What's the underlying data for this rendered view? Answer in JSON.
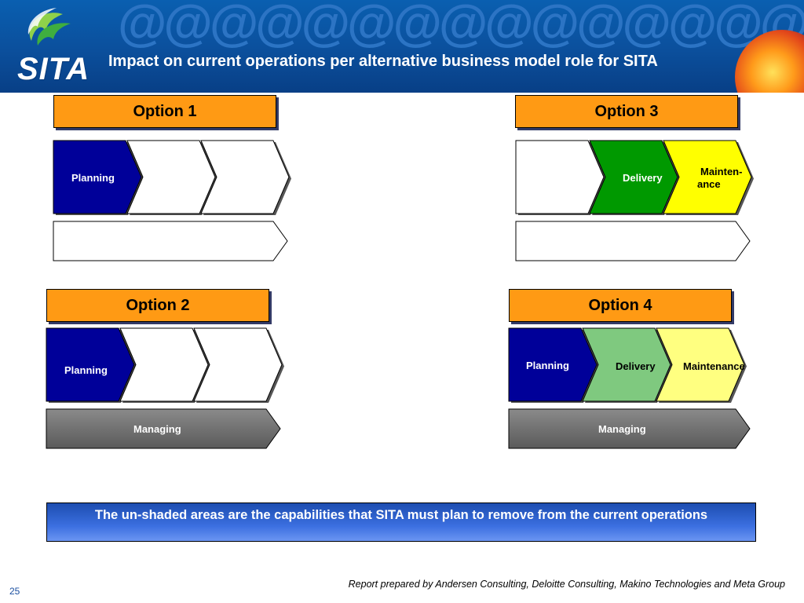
{
  "header": {
    "title": "Impact on current operations per alternative business model role for SITA",
    "logo_text": "SITA",
    "pattern": "@@@@@@@@@@@@@@@@@@@@"
  },
  "options": [
    {
      "label": "Option 1",
      "chevrons": [
        {
          "label": "Planning",
          "fill": "#000099",
          "text_color": "#ffffff"
        },
        {
          "label": "",
          "fill": "#ffffff"
        },
        {
          "label": "",
          "fill": "#ffffff"
        }
      ],
      "bar": {
        "label": "",
        "fill": "#ffffff"
      }
    },
    {
      "label": "Option 2",
      "chevrons": [
        {
          "label": "Planning",
          "fill": "#000099",
          "text_color": "#ffffff"
        },
        {
          "label": "",
          "fill": "#ffffff"
        },
        {
          "label": "",
          "fill": "#ffffff"
        }
      ],
      "bar": {
        "label": "Managing",
        "fill": "#6e6e6e",
        "text_color": "#ffffff"
      }
    },
    {
      "label": "Option 3",
      "chevrons": [
        {
          "label": "",
          "fill": "#ffffff"
        },
        {
          "label": "Delivery",
          "fill": "#009900",
          "text_color": "#ffffff"
        },
        {
          "label": "Mainten-\nance",
          "fill": "#ffff00",
          "text_color": "#000000"
        }
      ],
      "bar": {
        "label": "",
        "fill": "#ffffff"
      }
    },
    {
      "label": "Option 4",
      "chevrons": [
        {
          "label": "Planning",
          "fill": "#000099",
          "text_color": "#ffffff"
        },
        {
          "label": "Delivery",
          "fill": "#7fc97f",
          "text_color": "#000000"
        },
        {
          "label": "Maintenance",
          "fill": "#ffff80",
          "text_color": "#000000"
        }
      ],
      "bar": {
        "label": "Managing",
        "fill": "#6e6e6e",
        "text_color": "#ffffff"
      }
    }
  ],
  "note": "The un-shaded areas are the capabilities that SITA must plan to remove from the current operations",
  "footer": "Report prepared by Andersen Consulting, Deloitte Consulting, Makino Technologies and Meta Group",
  "page_number": "25"
}
